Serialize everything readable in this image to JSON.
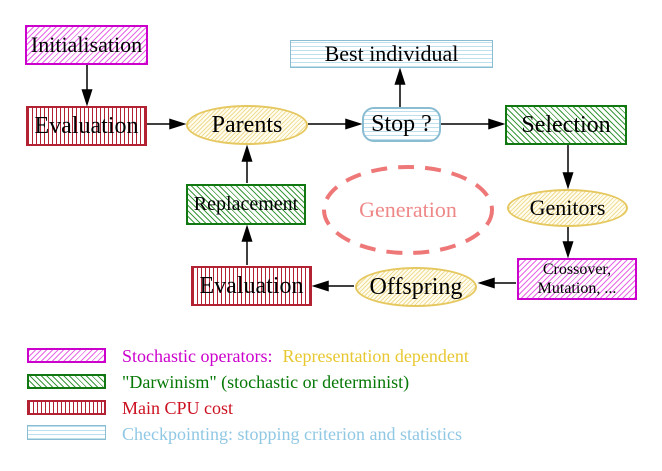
{
  "nodes": {
    "initialisation": "Initialisation",
    "evaluation_top": "Evaluation",
    "parents": "Parents",
    "best_individual": "Best individual",
    "stop": "Stop ?",
    "selection": "Selection",
    "replacement": "Replacement",
    "generation": "Generation",
    "genitors": "Genitors",
    "crossover_line1": "Crossover,",
    "crossover_line2": "Mutation, ...",
    "offspring": "Offspring",
    "evaluation_bottom": "Evaluation"
  },
  "legend": {
    "items": [
      {
        "swatch": "magenta-diagonal-hatch",
        "label": "Stochastic operators:",
        "label2": "Representation dependent"
      },
      {
        "swatch": "green-diagonal-hatch",
        "label": "\"Darwinism\" (stochastic or determinist)"
      },
      {
        "swatch": "red-vertical-stripes",
        "label": "Main CPU cost"
      },
      {
        "swatch": "cyan-horizontal-stripes",
        "label": "Checkpointing: stopping criterion and statistics"
      }
    ]
  },
  "colors": {
    "magenta": "#cc00cc",
    "green": "#117711",
    "red": "#b22232",
    "cyan": "#8abcd2",
    "yellow_ellipse": "#e6c860",
    "salmon_dashed": "#ee7878",
    "generation_text": "#ee8888",
    "legend_yellow_text": "#e8c830",
    "legend_green_text": "#057805",
    "legend_red_text": "#cc1122",
    "legend_cyan_text": "#90c8e4",
    "arrow": "#000000"
  }
}
